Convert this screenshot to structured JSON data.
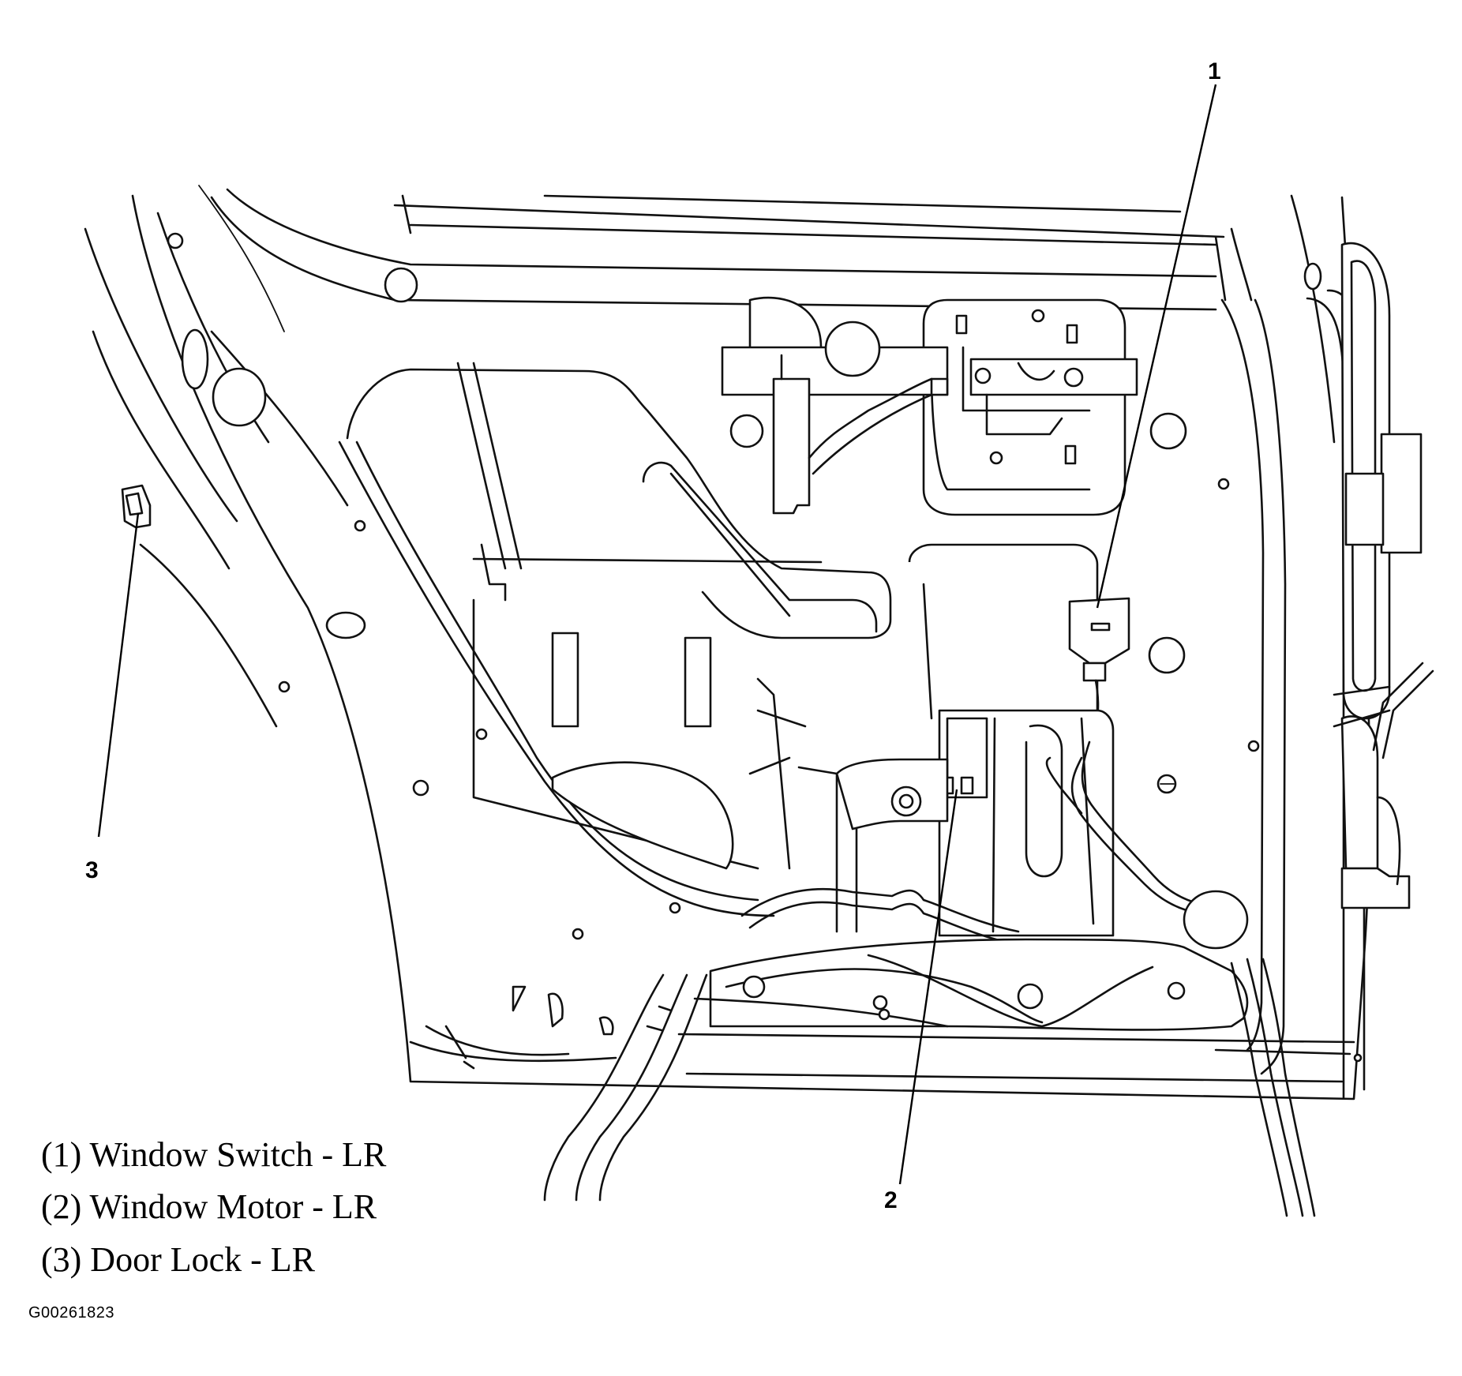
{
  "callouts": [
    {
      "id": "1",
      "label": "1"
    },
    {
      "id": "2",
      "label": "2"
    },
    {
      "id": "3",
      "label": "3"
    }
  ],
  "legend": [
    "(1) Window Switch - LR",
    "(2) Window Motor - LR",
    "(3) Door Lock - LR"
  ],
  "figure_code": "G00261823"
}
